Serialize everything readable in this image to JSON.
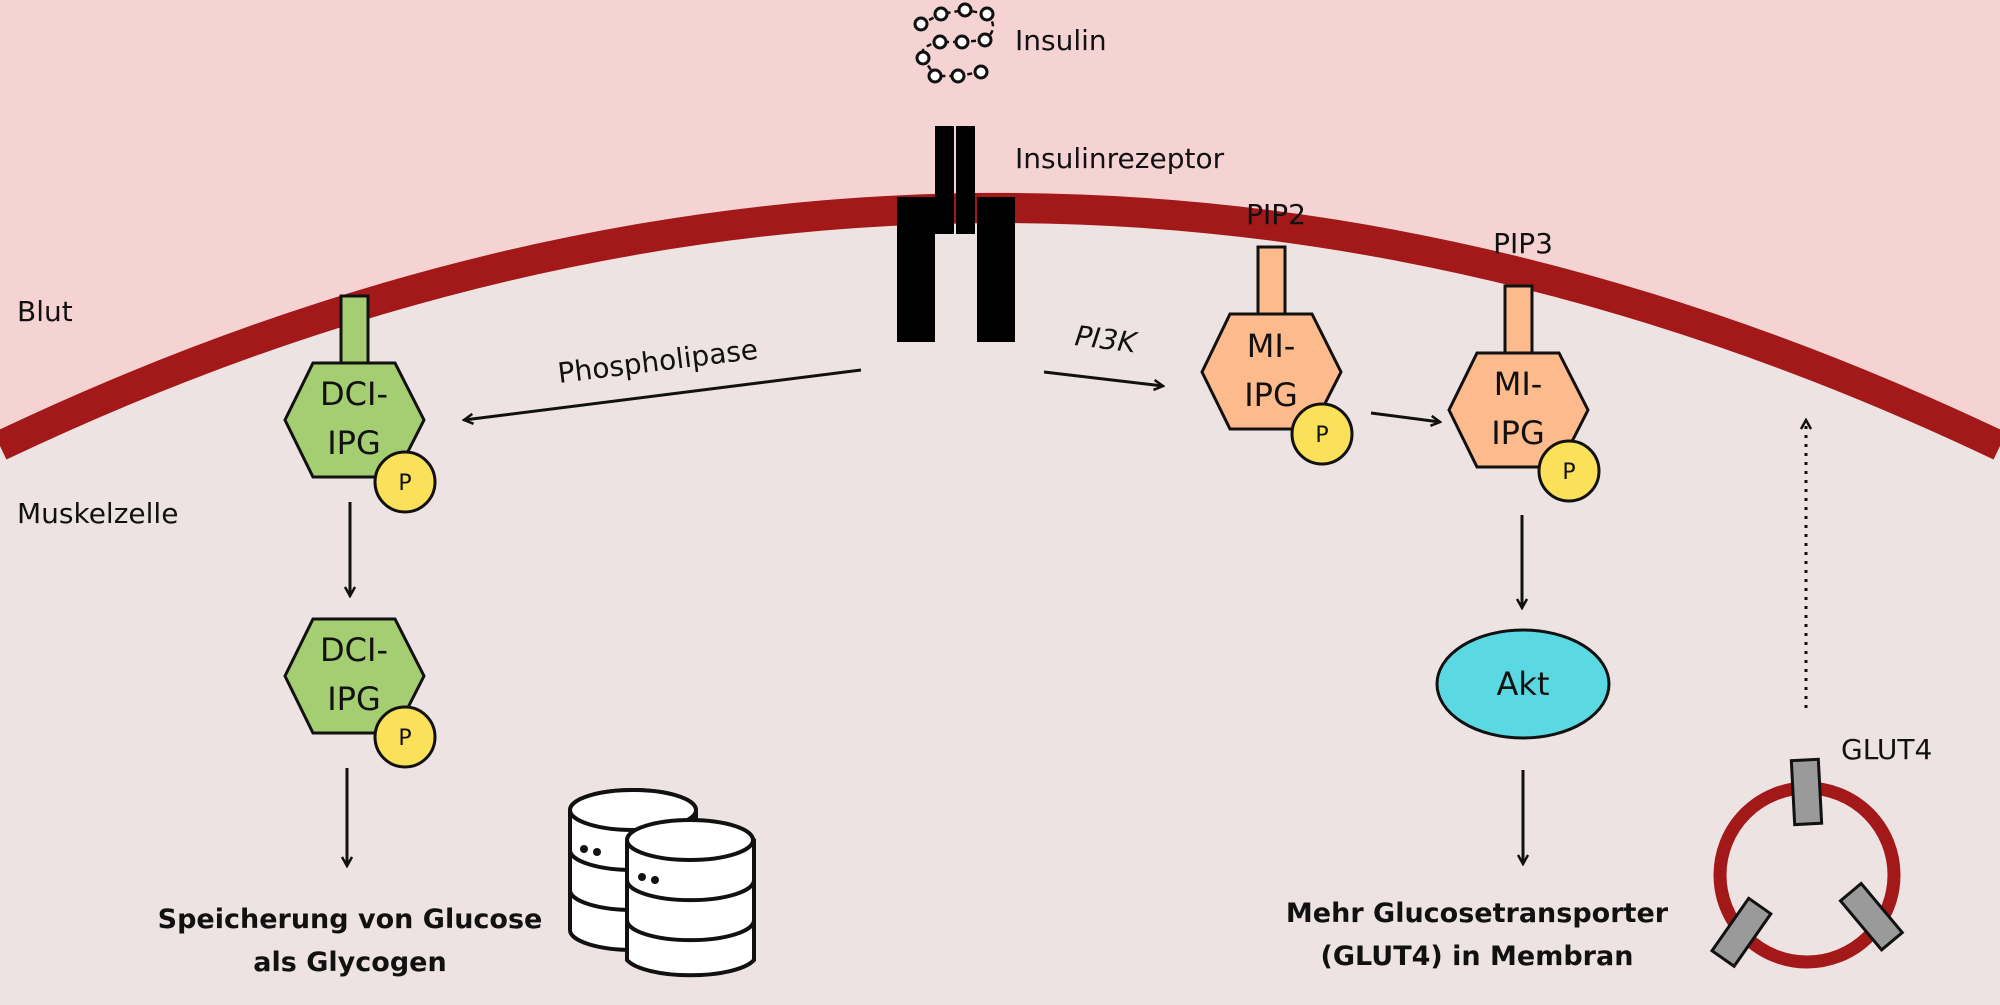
{
  "regions": {
    "outside": "Blut",
    "inside": "Muskelzelle"
  },
  "molecules": {
    "insulin": "Insulin",
    "receptor": "Insulinrezeptor",
    "pip2": "PIP2",
    "pip3": "PIP3",
    "glut4": "GLUT4",
    "akt": "Akt",
    "phosphate": "P",
    "dci_ipg": [
      "DCI-",
      "IPG"
    ],
    "mi_ipg": [
      "MI-",
      "IPG"
    ]
  },
  "enzymes": {
    "phospholipase": "Phospholipase",
    "pi3k": "PI3K"
  },
  "outcomes": {
    "glycogen": [
      "Speicherung von Glucose",
      "als Glycogen"
    ],
    "glut4_membrane": [
      "Mehr Glucosetransporter",
      "(GLUT4) in Membran"
    ]
  },
  "colors": {
    "blood": "#f5d3d3",
    "cell": "#eee3e3",
    "membrane": "#a31818",
    "dci_ipg": "#a5cd72",
    "mi_ipg": "#fdba8c",
    "phosphate": "#fbe059",
    "akt": "#5ad9e3",
    "transporter": "#9a9a9a"
  }
}
